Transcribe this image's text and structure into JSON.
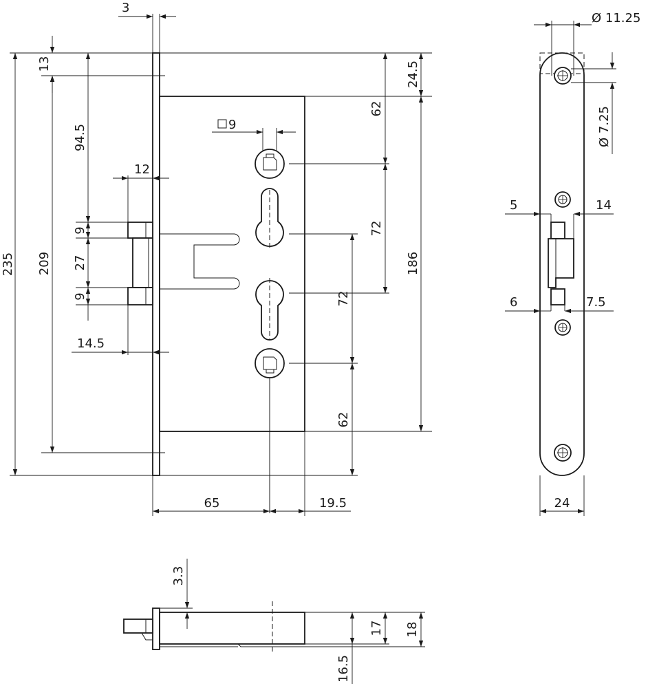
{
  "drawing": {
    "front_view": {
      "dimensions": {
        "faceplate_thickness": "3",
        "top_offset": "13",
        "height_total": "235",
        "faceplate_screw_spacing": "209",
        "top_to_latch": "94.5",
        "latch_projection": "12",
        "latch_height": "9",
        "latch_gap": "27",
        "bolt_height": "9",
        "bolt_projection": "14.5",
        "case_top_offset": "24.5",
        "spindle_from_top": "62",
        "spindle_to_cylinder": "72",
        "case_height": "186",
        "cylinder_to_spindle": "72",
        "spindle_to_bottom": "62",
        "backset": "65",
        "case_depth_remaining": "19.5",
        "spindle_square": "9",
        "square_symbol": "□"
      }
    },
    "strike_view": {
      "dimensions": {
        "hole_diameter_large": "Ø 11.25",
        "hole_diameter_small": "Ø 7.25",
        "offset_upper_left": "5",
        "offset_upper_right": "14",
        "offset_lower_left": "6",
        "offset_lower_right": "7.5",
        "strike_width": "24"
      }
    },
    "bottom_view": {
      "dimensions": {
        "faceplate_thickness": "3.3",
        "case_thickness_inner": "17",
        "case_thickness_outer": "18",
        "forend_offset": "16.5"
      }
    }
  }
}
